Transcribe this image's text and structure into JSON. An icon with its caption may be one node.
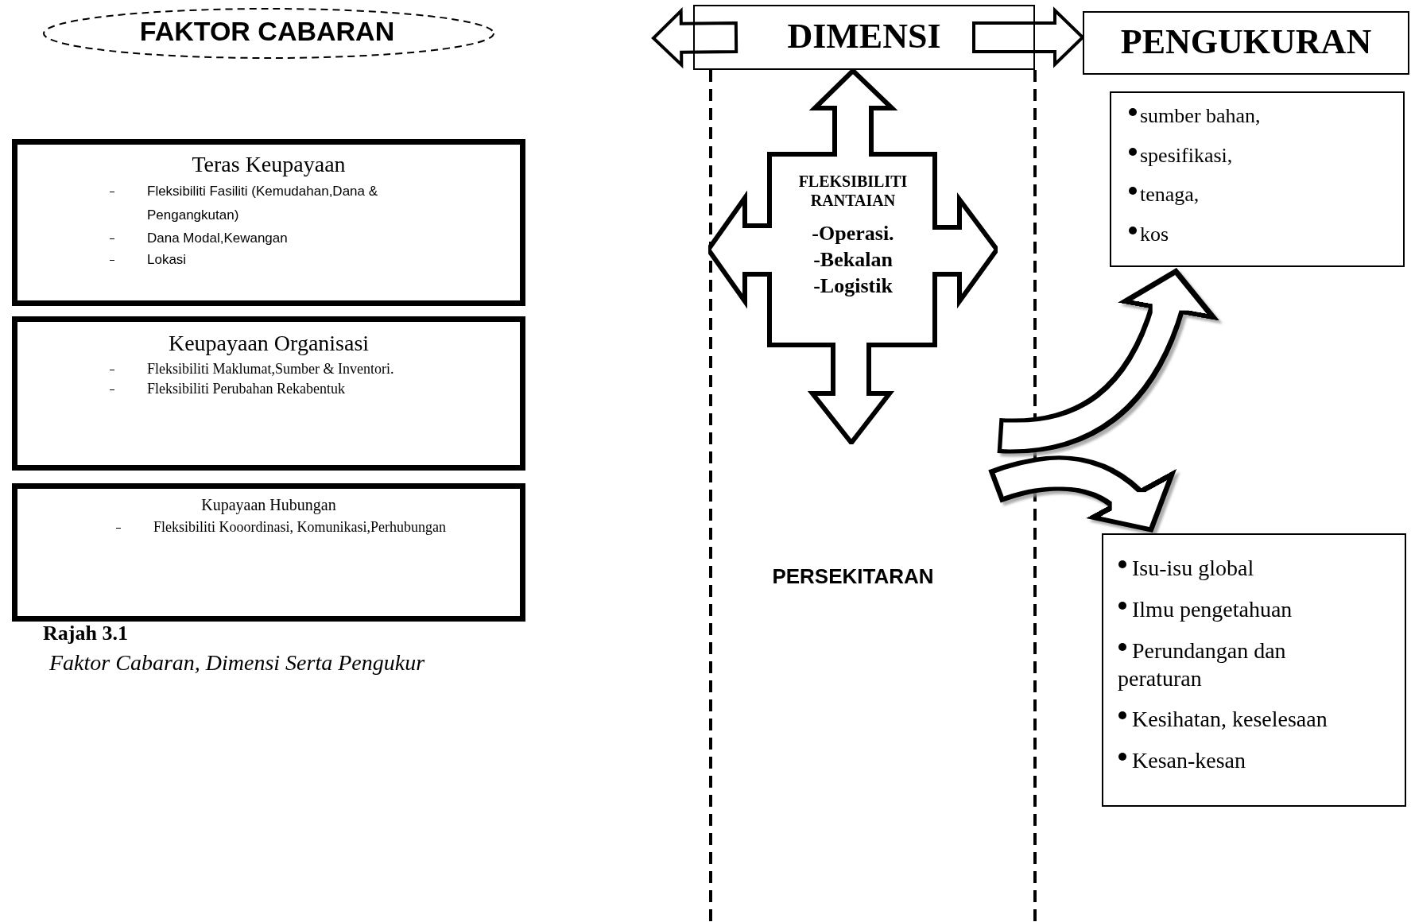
{
  "diagram": {
    "nodes": [
      {
        "text": [
          "FAKTOR CABARAN"
        ]
      },
      {
        "text": [
          "Teras Keupayaan",
          "Fleksibiliti Fasiliti (Kemudahan,Dana & Pengangkutan)",
          "Dana Modal,Kewangan",
          "Lokasi"
        ]
      },
      {
        "text": [
          "Keupayaan Organisasi",
          "Fleksibiliti Maklumat,Sumber & Inventori.",
          "Fleksibiliti Perubahan Rekabentuk"
        ]
      },
      {
        "text": [
          "Kupayaan Hubungan",
          "Fleksibiliti Kooordinasi, Komunikasi,Perhubungan"
        ]
      },
      {
        "text": [
          "DIMENSI"
        ]
      },
      {
        "text": [
          "PENGUKURAN"
        ]
      },
      {
        "text": [
          "FLEKSIBILITI RANTAIAN",
          "-Operasi.",
          "-Bekalan",
          "-Logistik"
        ]
      },
      {
        "text": [
          "sumber bahan,",
          "spesifikasi,",
          "tenaga,",
          "kos"
        ]
      },
      {
        "text": [
          "Isu-isu global",
          "Ilmu pengetahuan",
          "Perundangan dan peraturan",
          "Kesihatan, keselesaan",
          "Kesan-kesan"
        ]
      }
    ],
    "edges": [
      {
        "from": 4,
        "to": null,
        "arrow": "to"
      },
      {
        "from": 4,
        "to": 5,
        "arrow": "to"
      },
      {
        "from": null,
        "to": 7,
        "arrow": "to"
      },
      {
        "from": null,
        "to": 8,
        "arrow": "to"
      }
    ],
    "labels": [
      "PERSEKITARAN",
      "Rajah 3.1",
      "Faktor Cabaran, Dimensi Serta  Pengukur"
    ]
  }
}
